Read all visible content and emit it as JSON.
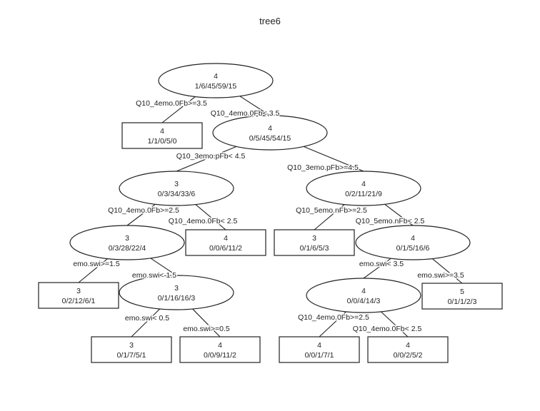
{
  "title": "tree6",
  "nodes": [
    {
      "id": "n1",
      "shape": "ellipse",
      "cls": "4",
      "counts": "1/6/45/59/15"
    },
    {
      "id": "n2",
      "shape": "rect",
      "cls": "4",
      "counts": "1/1/0/5/0"
    },
    {
      "id": "n3",
      "shape": "ellipse",
      "cls": "4",
      "counts": "0/5/45/54/15"
    },
    {
      "id": "n4",
      "shape": "ellipse",
      "cls": "3",
      "counts": "0/3/34/33/6"
    },
    {
      "id": "n5",
      "shape": "ellipse",
      "cls": "4",
      "counts": "0/2/11/21/9"
    },
    {
      "id": "n6",
      "shape": "ellipse",
      "cls": "3",
      "counts": "0/3/28/22/4"
    },
    {
      "id": "n7",
      "shape": "rect",
      "cls": "4",
      "counts": "0/0/6/11/2"
    },
    {
      "id": "n8",
      "shape": "rect",
      "cls": "3",
      "counts": "0/1/6/5/3"
    },
    {
      "id": "n9",
      "shape": "ellipse",
      "cls": "4",
      "counts": "0/1/5/16/6"
    },
    {
      "id": "n10",
      "shape": "rect",
      "cls": "3",
      "counts": "0/2/12/6/1"
    },
    {
      "id": "n11",
      "shape": "ellipse",
      "cls": "3",
      "counts": "0/1/16/16/3"
    },
    {
      "id": "n12",
      "shape": "ellipse",
      "cls": "4",
      "counts": "0/0/4/14/3"
    },
    {
      "id": "n13",
      "shape": "rect",
      "cls": "5",
      "counts": "0/1/1/2/3"
    },
    {
      "id": "n14",
      "shape": "rect",
      "cls": "3",
      "counts": "0/1/7/5/1"
    },
    {
      "id": "n15",
      "shape": "rect",
      "cls": "4",
      "counts": "0/0/9/11/2"
    },
    {
      "id": "n16",
      "shape": "rect",
      "cls": "4",
      "counts": "0/0/1/7/1"
    },
    {
      "id": "n17",
      "shape": "rect",
      "cls": "4",
      "counts": "0/0/2/5/2"
    }
  ],
  "edges": [
    {
      "from": "n1",
      "to": "n2",
      "label": "Q10_4emo.0Fb>=3.5"
    },
    {
      "from": "n1",
      "to": "n3",
      "label": "Q10_4emo.0Fb< 3.5"
    },
    {
      "from": "n3",
      "to": "n4",
      "label": "Q10_3emo.pFb< 4.5"
    },
    {
      "from": "n3",
      "to": "n5",
      "label": "Q10_3emo.pFb>=4.5"
    },
    {
      "from": "n4",
      "to": "n6",
      "label": "Q10_4emo.0Fb>=2.5"
    },
    {
      "from": "n4",
      "to": "n7",
      "label": "Q10_4emo.0Fb< 2.5"
    },
    {
      "from": "n5",
      "to": "n8",
      "label": "Q10_5emo.nFb>=2.5"
    },
    {
      "from": "n5",
      "to": "n9",
      "label": "Q10_5emo.nFb< 2.5"
    },
    {
      "from": "n6",
      "to": "n10",
      "label": "emo.swi>=1.5"
    },
    {
      "from": "n6",
      "to": "n11",
      "label": "emo.swi< 1.5"
    },
    {
      "from": "n9",
      "to": "n12",
      "label": "emo.swi< 3.5"
    },
    {
      "from": "n9",
      "to": "n13",
      "label": "emo.swi>=3.5"
    },
    {
      "from": "n11",
      "to": "n14",
      "label": "emo.swi< 0.5"
    },
    {
      "from": "n11",
      "to": "n15",
      "label": "emo.swi>=0.5"
    },
    {
      "from": "n12",
      "to": "n16",
      "label": "Q10_4emo.0Fb>=2.5"
    },
    {
      "from": "n12",
      "to": "n17",
      "label": "Q10_4emo.0Fb< 2.5"
    }
  ]
}
